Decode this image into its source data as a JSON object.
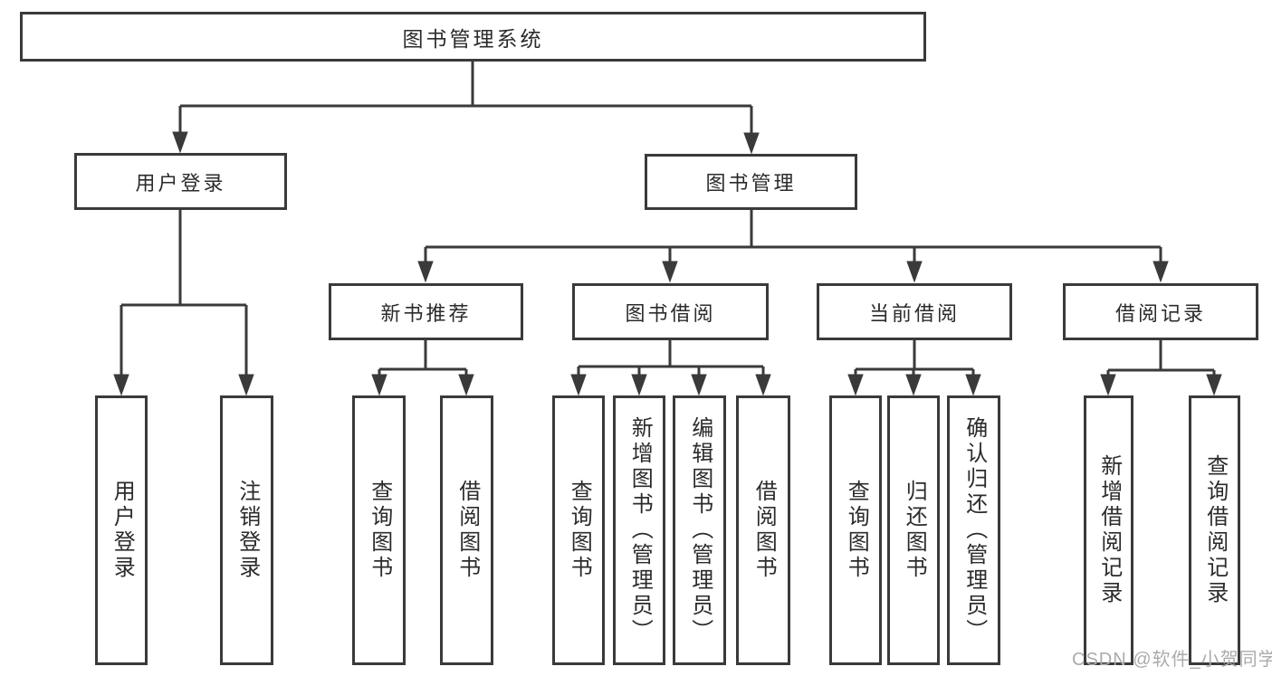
{
  "diagram_type": "hierarchy-tree",
  "colors": {
    "line": "#3a3a3a",
    "text": "#2b2b2b",
    "background": "#ffffff",
    "watermark_color": "#ababab"
  },
  "watermark": "CSDN @软件_小贺同学",
  "tree": {
    "label": "图书管理系统",
    "children": [
      {
        "label": "用户登录",
        "children": [
          {
            "label": "用户登录"
          },
          {
            "label": "注销登录"
          }
        ]
      },
      {
        "label": "图书管理",
        "children": [
          {
            "label": "新书推荐",
            "children": [
              {
                "label": "查询图书"
              },
              {
                "label": "借阅图书"
              }
            ]
          },
          {
            "label": "图书借阅",
            "children": [
              {
                "label": "查询图书"
              },
              {
                "label": "新增图书（管理员）"
              },
              {
                "label": "编辑图书（管理员）"
              },
              {
                "label": "借阅图书"
              }
            ]
          },
          {
            "label": "当前借阅",
            "children": [
              {
                "label": "查询图书"
              },
              {
                "label": "归还图书"
              },
              {
                "label": "确认归还（管理员）"
              }
            ]
          },
          {
            "label": "借阅记录",
            "children": [
              {
                "label": "新增借阅记录"
              },
              {
                "label": "查询借阅记录"
              }
            ]
          }
        ]
      }
    ]
  }
}
